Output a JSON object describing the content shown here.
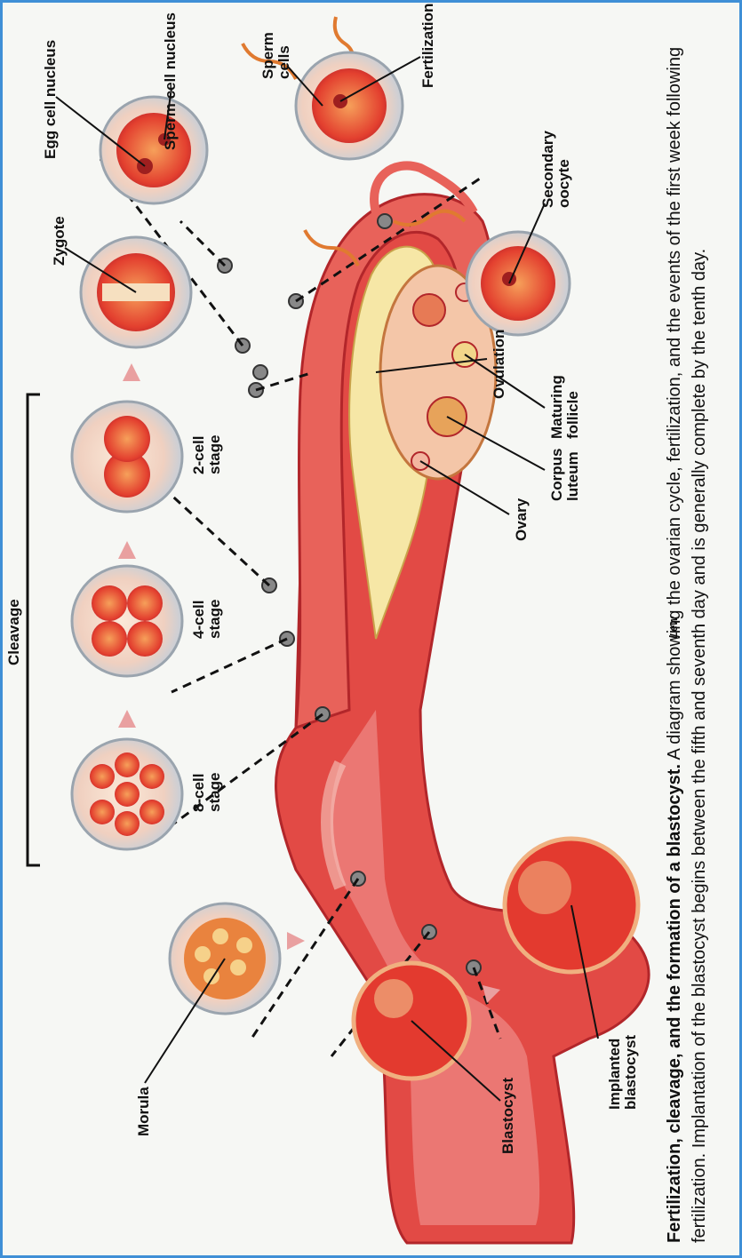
{
  "labels": {
    "egg_cell_nucleus": "Egg cell nucleus",
    "sperm_cell_nucleus": "Sperm cell nucleus",
    "sperm_cells_1": "Sperm",
    "sperm_cells_2": "cells",
    "zygote": "Zygote",
    "fertilization": "Fertilization",
    "secondary_oocyte_1": "Secondary",
    "secondary_oocyte_2": "oocyte",
    "ovulation": "Ovulation",
    "maturing_follicle_1": "Maturing",
    "maturing_follicle_2": "follicle",
    "corpus_luteum_1": "Corpus",
    "corpus_luteum_2": "luteum",
    "ovary": "Ovary",
    "cleavage": "Cleavage",
    "two_cell_1": "2-cell",
    "two_cell_2": "stage",
    "four_cell_1": "4-cell",
    "four_cell_2": "stage",
    "eight_cell_1": "8-cell",
    "eight_cell_2": "stage",
    "morula": "Morula",
    "blastocyst": "Blastocyst",
    "implanted_1": "Implanted",
    "implanted_2": "blastocyst",
    "signature": "Lew"
  },
  "caption": {
    "bold": "Fertilization, cleavage, and the formation of a blastocyst.",
    "rest": "A diagram showing the ovarian cycle, fertilization, and the events of the first week following fertilization. Implantation of the blastocyst begins between the fifth and seventh day and is generally complete by the tenth day."
  },
  "colors": {
    "tissue_red": "#e0343a",
    "tissue_pink": "#f0a0a0",
    "cavity_yellow": "#f6e7a6",
    "cell_ring": "#cfd6de",
    "frame_blue": "#3f8fd6"
  }
}
